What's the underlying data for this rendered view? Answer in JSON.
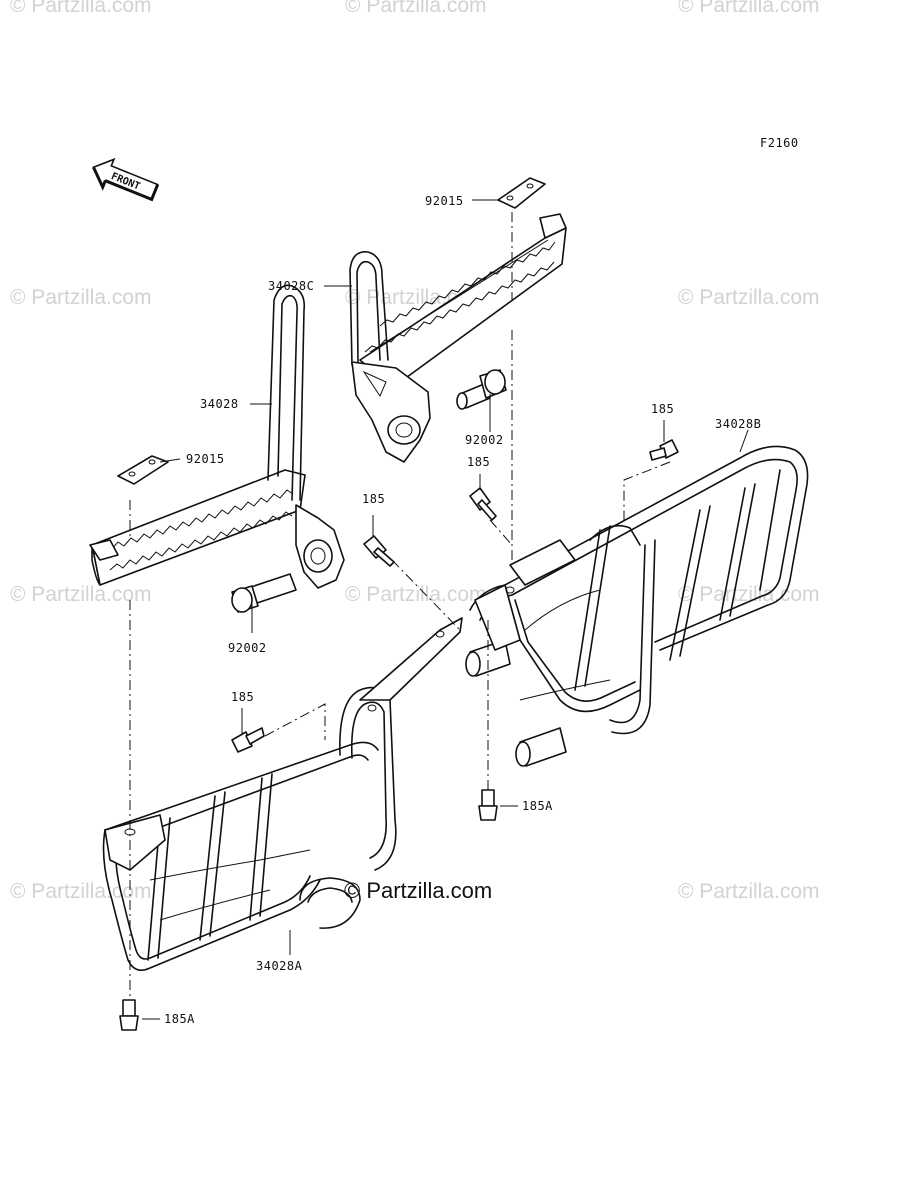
{
  "diagram_code": "F2160",
  "front_arrow_label": "FRONT",
  "brand_text": "© Partzilla.com",
  "watermark_text": "© Partzilla.com",
  "parts": {
    "p92015_top": "92015",
    "p34028C": "34028C",
    "p34028": "34028",
    "p92015_left": "92015",
    "p92002_right": "92002",
    "p185_right_top": "185",
    "p34028B": "34028B",
    "p185_right_mid": "185",
    "p185_center": "185",
    "p92002_left": "92002",
    "p185_left": "185",
    "p185A_right": "185A",
    "p34028A": "34028A",
    "p185A_left": "185A"
  }
}
